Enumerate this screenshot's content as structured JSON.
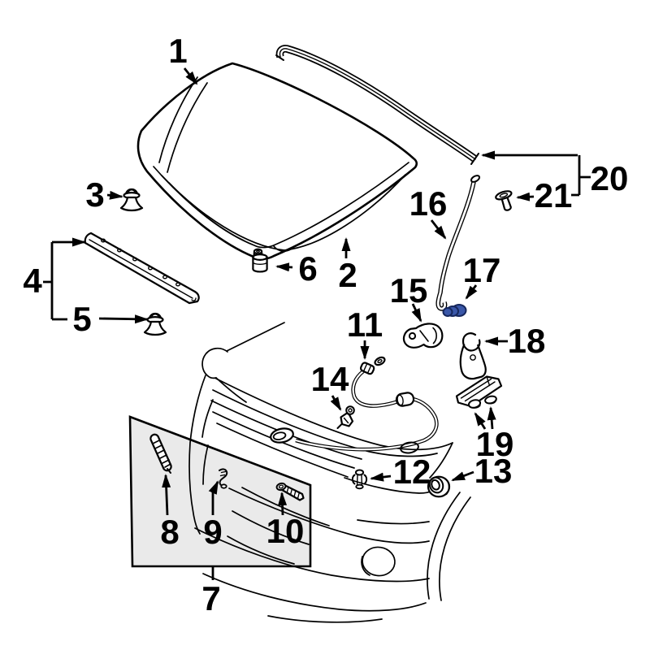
{
  "diagram": {
    "type": "exploded-parts-diagram",
    "background": "#ffffff",
    "line_color": "#000000",
    "highlight_color": "#3a57a8",
    "highlight_stroke": "#16275c",
    "panel_fill": "#eaeaea"
  },
  "callouts": {
    "c1": "1",
    "c2": "2",
    "c3": "3",
    "c4": "4",
    "c5": "5",
    "c6": "6",
    "c7": "7",
    "c8": "8",
    "c9": "9",
    "c10": "10",
    "c11": "11",
    "c12": "12",
    "c13": "13",
    "c14": "14",
    "c15": "15",
    "c16": "16",
    "c17": "17",
    "c18": "18",
    "c19": "19",
    "c20": "20",
    "c21": "21"
  }
}
